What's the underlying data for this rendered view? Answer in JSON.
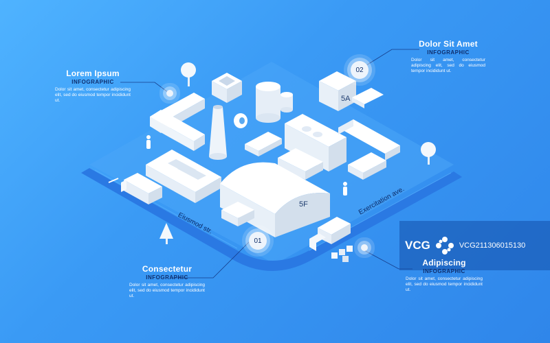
{
  "callouts": {
    "top_left": {
      "title": "Lorem Ipsum",
      "subtitle": "INFOGRAPHIC",
      "desc": "Dolor sit amet, consectetur adipiscing elit, sed do eiusmod tempor incididunt ut."
    },
    "top_right": {
      "title": "Dolor Sit Amet",
      "subtitle": "INFOGRAPHIC",
      "desc": "Dolor sit amet, consectetur adipiscing elit, sed do eiusmod tempor incididunt ut."
    },
    "bottom_left": {
      "title": "Consectetur",
      "subtitle": "INFOGRAPHIC",
      "desc": "Dolor sit amet, consectetur adipiscing elit, sed do eiusmod tempor incididunt ut."
    },
    "bottom_right": {
      "title": "Adipiscing",
      "subtitle": "INFOGRAPHIC",
      "desc": "Dolor sit amet, consectetur adipiscing elit, sed do eiusmod tempor incididunt ut."
    }
  },
  "markers": {
    "m01": "01",
    "m02": "02"
  },
  "streets": {
    "left": "Eiusmod str.",
    "right": "Exercitation ave."
  },
  "buildings": {
    "warehouse": "5F",
    "block": "5A"
  },
  "watermark": {
    "logo": "VCG",
    "id": "VCG211306015130"
  },
  "colors": {
    "background": "#3a9af5",
    "road": "#2f7ee6",
    "building": "#f4f8fc",
    "title": "#ffffff",
    "subtitle": "#0f2f6e"
  }
}
